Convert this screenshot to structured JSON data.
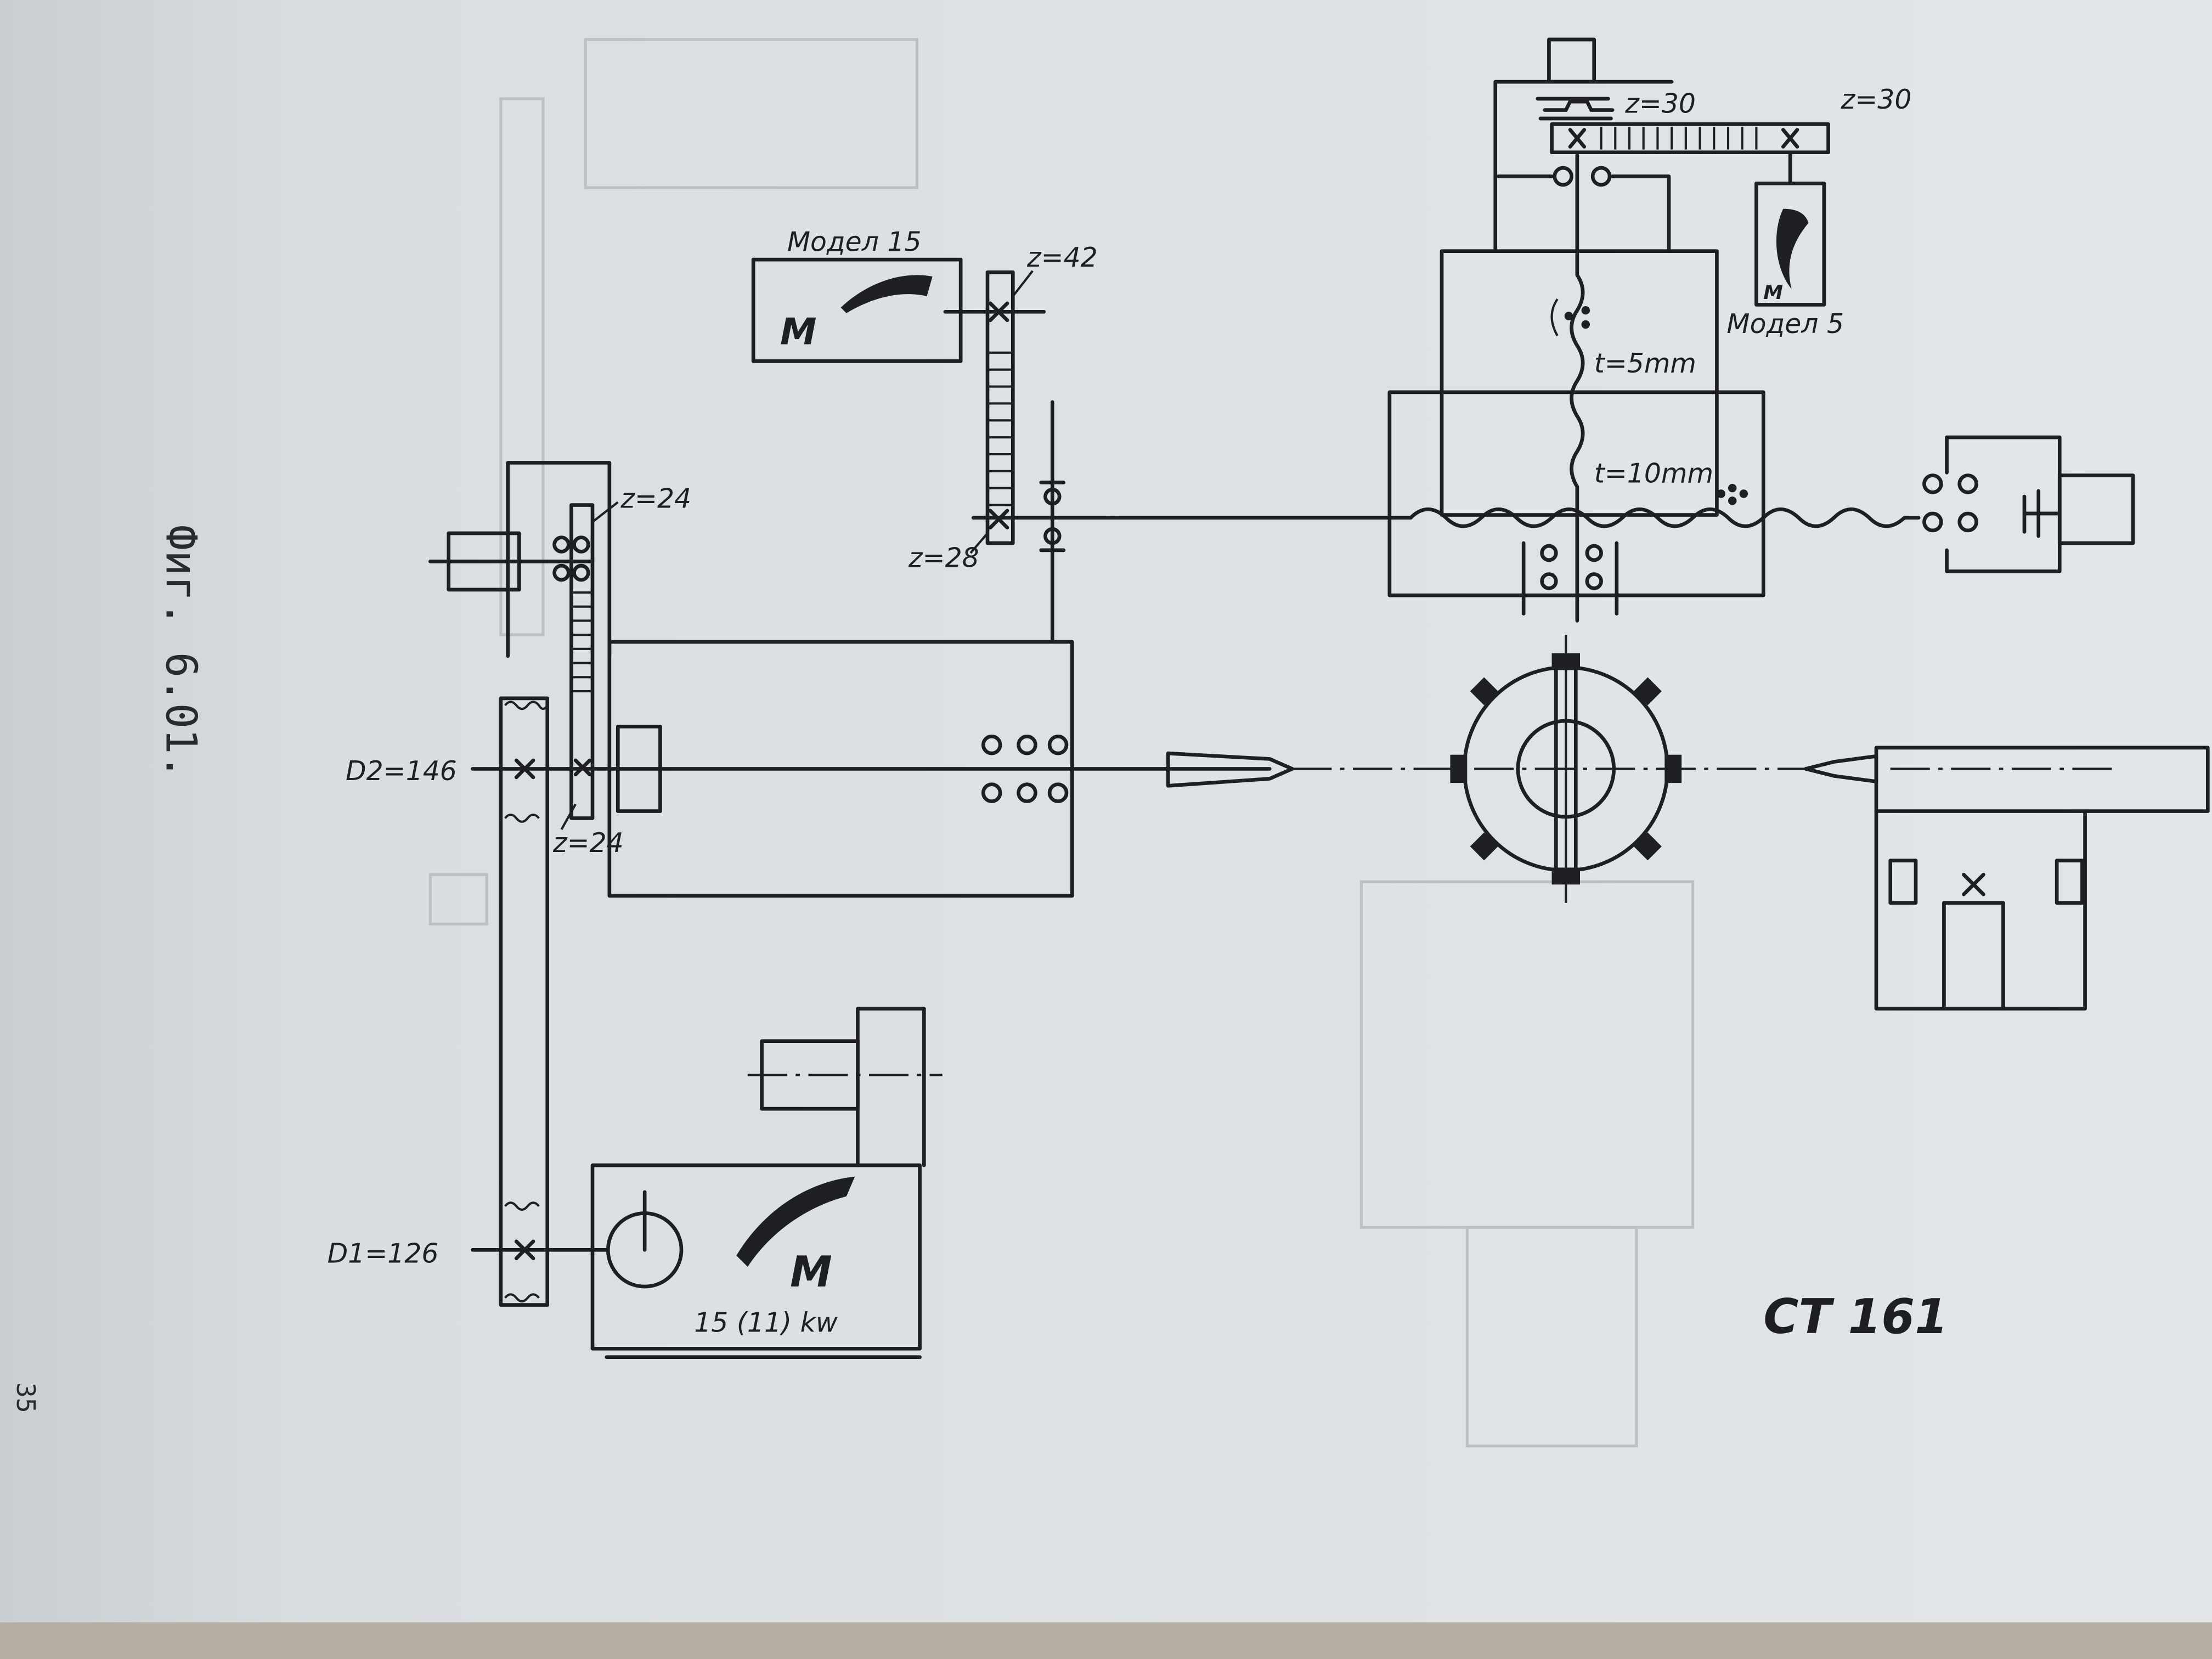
{
  "figure": {
    "caption": "Фиг. 6.01.",
    "page_number": "35",
    "machine_label": "CT 161"
  },
  "feed_motor_15": {
    "label": "Модел 15",
    "symbol": "M"
  },
  "feed_motor_5": {
    "label": "Модел 5",
    "symbol": "M"
  },
  "main_motor": {
    "symbol": "M",
    "power": "15 (11) kw"
  },
  "gears": {
    "z42": "z=42",
    "z28": "z=28",
    "z24_top": "z=24",
    "z24_bottom": "z=24",
    "z30_left": "z=30",
    "z30_right": "z=30"
  },
  "pulleys": {
    "d2": "D2=146",
    "d1": "D1=126"
  },
  "screws": {
    "pitch_5": "t=5mm",
    "pitch_10": "t=10mm"
  },
  "colors": {
    "paper": "#dde2e5",
    "ink": "#1e1f22"
  }
}
